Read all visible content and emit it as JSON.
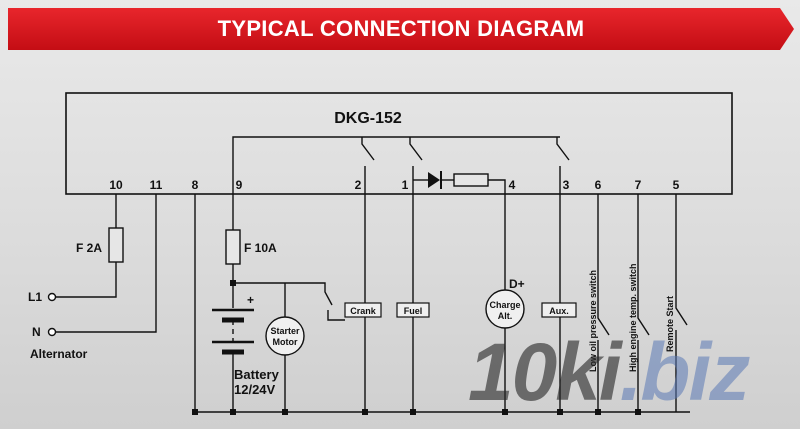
{
  "header": {
    "title": "TYPICAL CONNECTION DIAGRAM"
  },
  "diagram": {
    "controller_name": "DKG-152",
    "terminals": [
      "10",
      "11",
      "8",
      "9",
      "2",
      "1",
      "4",
      "3",
      "6",
      "7",
      "5"
    ],
    "fuse_a": "F 2A",
    "fuse_b": "F 10A",
    "l1": "L1",
    "n": "N",
    "alternator": "Alternator",
    "battery_plus": "+",
    "battery_name": "Battery",
    "battery_voltage": "12/24V",
    "starter_line1": "Starter",
    "starter_line2": "Motor",
    "crank": "Crank",
    "fuel": "Fuel",
    "aux": "Aux.",
    "d_plus": "D+",
    "charge_line1": "Charge",
    "charge_line2": "Alt.",
    "low_oil": "Low oil pressure switch",
    "high_temp": "High engine temp. switch",
    "remote_start": "Remote Start"
  },
  "watermark": {
    "main": "10ki",
    "suffix": ".biz"
  },
  "colors": {
    "banner": "#d8101a",
    "wire": "#111111",
    "background": "#dcdcdc"
  }
}
